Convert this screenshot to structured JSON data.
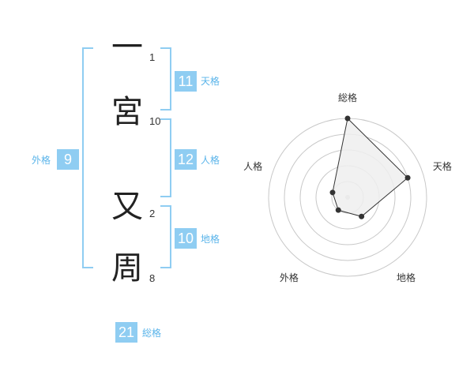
{
  "name": {
    "characters": [
      {
        "char": "一",
        "strokes": "1"
      },
      {
        "char": "宮",
        "strokes": "10"
      },
      {
        "char": "又",
        "strokes": "2"
      },
      {
        "char": "周",
        "strokes": "8"
      }
    ]
  },
  "kakusu": {
    "tenkaku": {
      "label": "天格",
      "value": "11"
    },
    "jinkaku": {
      "label": "人格",
      "value": "12"
    },
    "chikaku": {
      "label": "地格",
      "value": "10"
    },
    "gaikaku": {
      "label": "外格",
      "value": "9"
    },
    "soukaku": {
      "label": "総格",
      "value": "21"
    }
  },
  "radar": {
    "axes": [
      "総格",
      "天格",
      "地格",
      "外格",
      "人格"
    ],
    "levels": 5,
    "values": [
      5,
      4,
      1.5,
      1,
      1
    ]
  },
  "colors": {
    "accent": "#8fcdf2",
    "accent_text": "#5ab4ea",
    "text": "#333333",
    "grid": "#c8c8c8",
    "polygon_fill": "#efefef",
    "polygon_stroke": "#333333"
  }
}
